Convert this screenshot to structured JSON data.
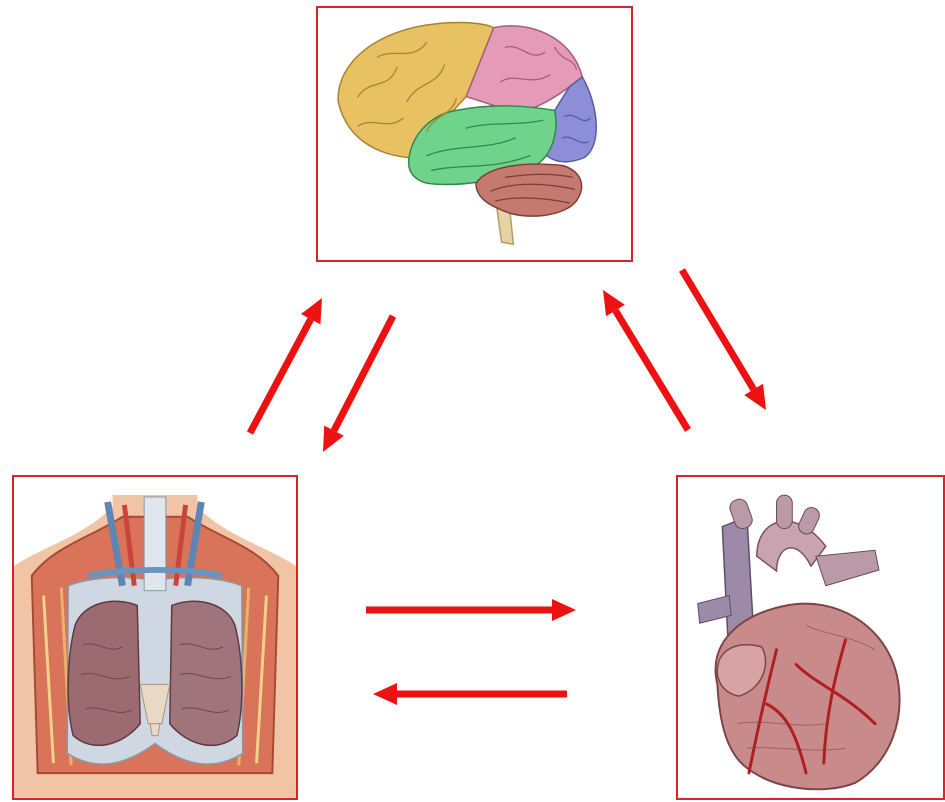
{
  "colors": {
    "arrow": "#ee1111",
    "frame": "#d7262b",
    "brain_frontal": "#e8c163",
    "brain_parietal": "#e59ab8",
    "brain_temporal": "#6fd38b",
    "brain_occipital": "#8c8ed8",
    "brain_cerebellum": "#c47a6e",
    "lung": "#9c6b72",
    "heart": "#c98a8c",
    "vessel": "#b01e1e"
  },
  "panels": [
    {
      "id": "brain",
      "icon": "brain-illustration"
    },
    {
      "id": "lungs",
      "icon": "lungs-thorax-illustration"
    },
    {
      "id": "heart",
      "icon": "heart-illustration"
    }
  ],
  "arrows": [
    {
      "from": "lungs",
      "to": "brain"
    },
    {
      "from": "brain",
      "to": "lungs"
    },
    {
      "from": "heart",
      "to": "brain"
    },
    {
      "from": "brain",
      "to": "heart"
    },
    {
      "from": "lungs",
      "to": "heart"
    },
    {
      "from": "heart",
      "to": "lungs"
    }
  ]
}
